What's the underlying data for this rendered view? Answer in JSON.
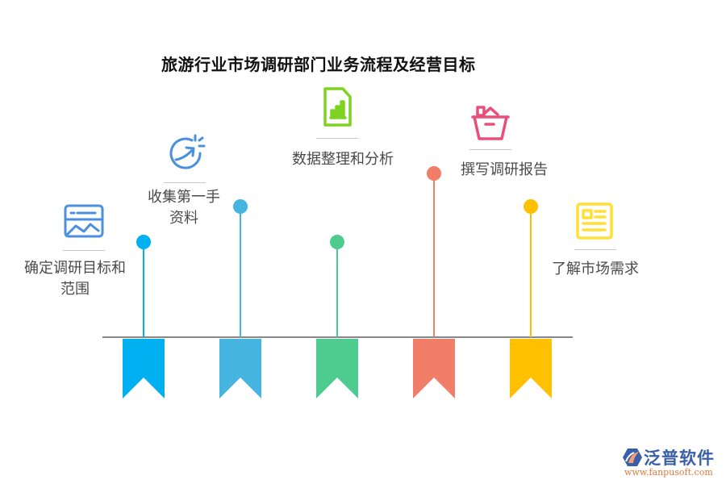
{
  "title": "旅游行业市场调研部门业务流程及经营目标",
  "colors": {
    "blue": "#00b0f0",
    "light_blue": "#45b4e0",
    "green": "#4ecb8f",
    "salmon": "#f07e68",
    "yellow": "#ffc000",
    "icon_blue": "#4a8fe0",
    "icon_green": "#7ed321",
    "icon_pink": "#e8507a",
    "icon_yellow": "#ffe033",
    "baseline": "#888888"
  },
  "steps": [
    {
      "label_line1": "确定调研目标和",
      "label_line2": "范围",
      "icon": "image-window-icon",
      "color": "#00b0f0"
    },
    {
      "label_line1": "收集第一手",
      "label_line2": "资料",
      "icon": "target-arrow-icon",
      "color": "#45b4e0"
    },
    {
      "label_line1": "数据整理和分析",
      "label_line2": "",
      "icon": "document-chart-icon",
      "color": "#4ecb8f"
    },
    {
      "label_line1": "撰写调研报告",
      "label_line2": "",
      "icon": "basket-icon",
      "color": "#f07e68"
    },
    {
      "label_line1": "了解市场需求",
      "label_line2": "",
      "icon": "news-document-icon",
      "color": "#ffc000"
    }
  ],
  "watermark": {
    "brand": "泛普软件",
    "url": "www.fanpusoft.com"
  }
}
